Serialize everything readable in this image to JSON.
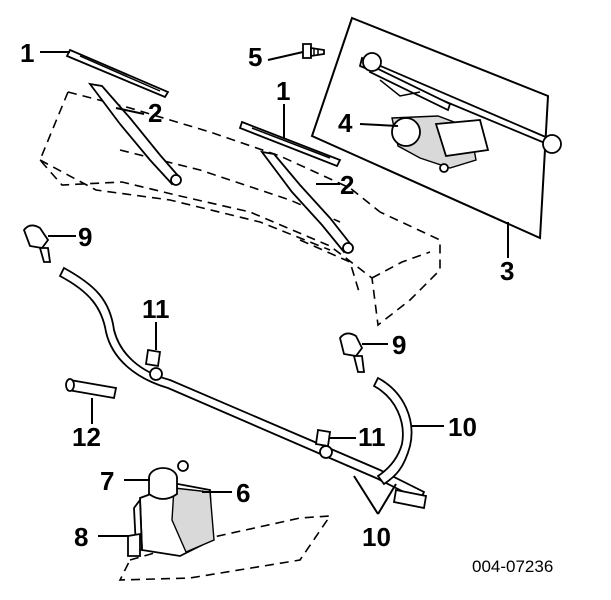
{
  "callouts": {
    "c1a": "1",
    "c1b": "1",
    "c2a": "2",
    "c2b": "2",
    "c3": "3",
    "c4": "4",
    "c5": "5",
    "c6": "6",
    "c7": "7",
    "c8": "8",
    "c9a": "9",
    "c9b": "9",
    "c10a": "10",
    "c10b": "10",
    "c11a": "11",
    "c11b": "11",
    "c12": "12"
  },
  "figure_id": "004-07236"
}
